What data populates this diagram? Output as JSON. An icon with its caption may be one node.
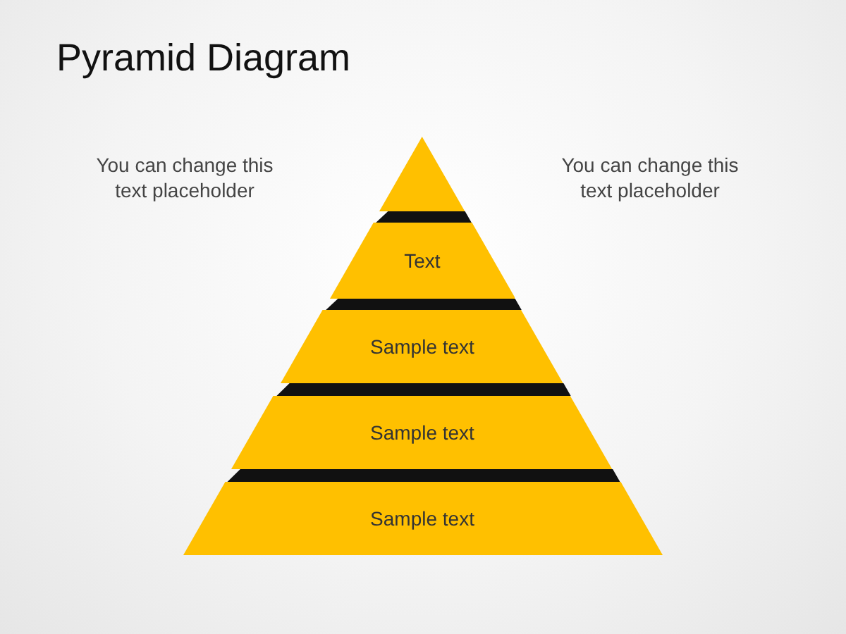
{
  "diagram": {
    "title": "Pyramid Diagram",
    "nodes": [
      {
        "text": [],
        "shape": "triangle"
      },
      {
        "text": [
          "Text"
        ]
      },
      {
        "text": [
          "Sample text"
        ]
      },
      {
        "text": [
          "Sample text"
        ]
      },
      {
        "text": [
          "Sample text"
        ]
      }
    ],
    "labels": [
      "You can change this text placeholder",
      "You can change this text placeholder"
    ]
  }
}
